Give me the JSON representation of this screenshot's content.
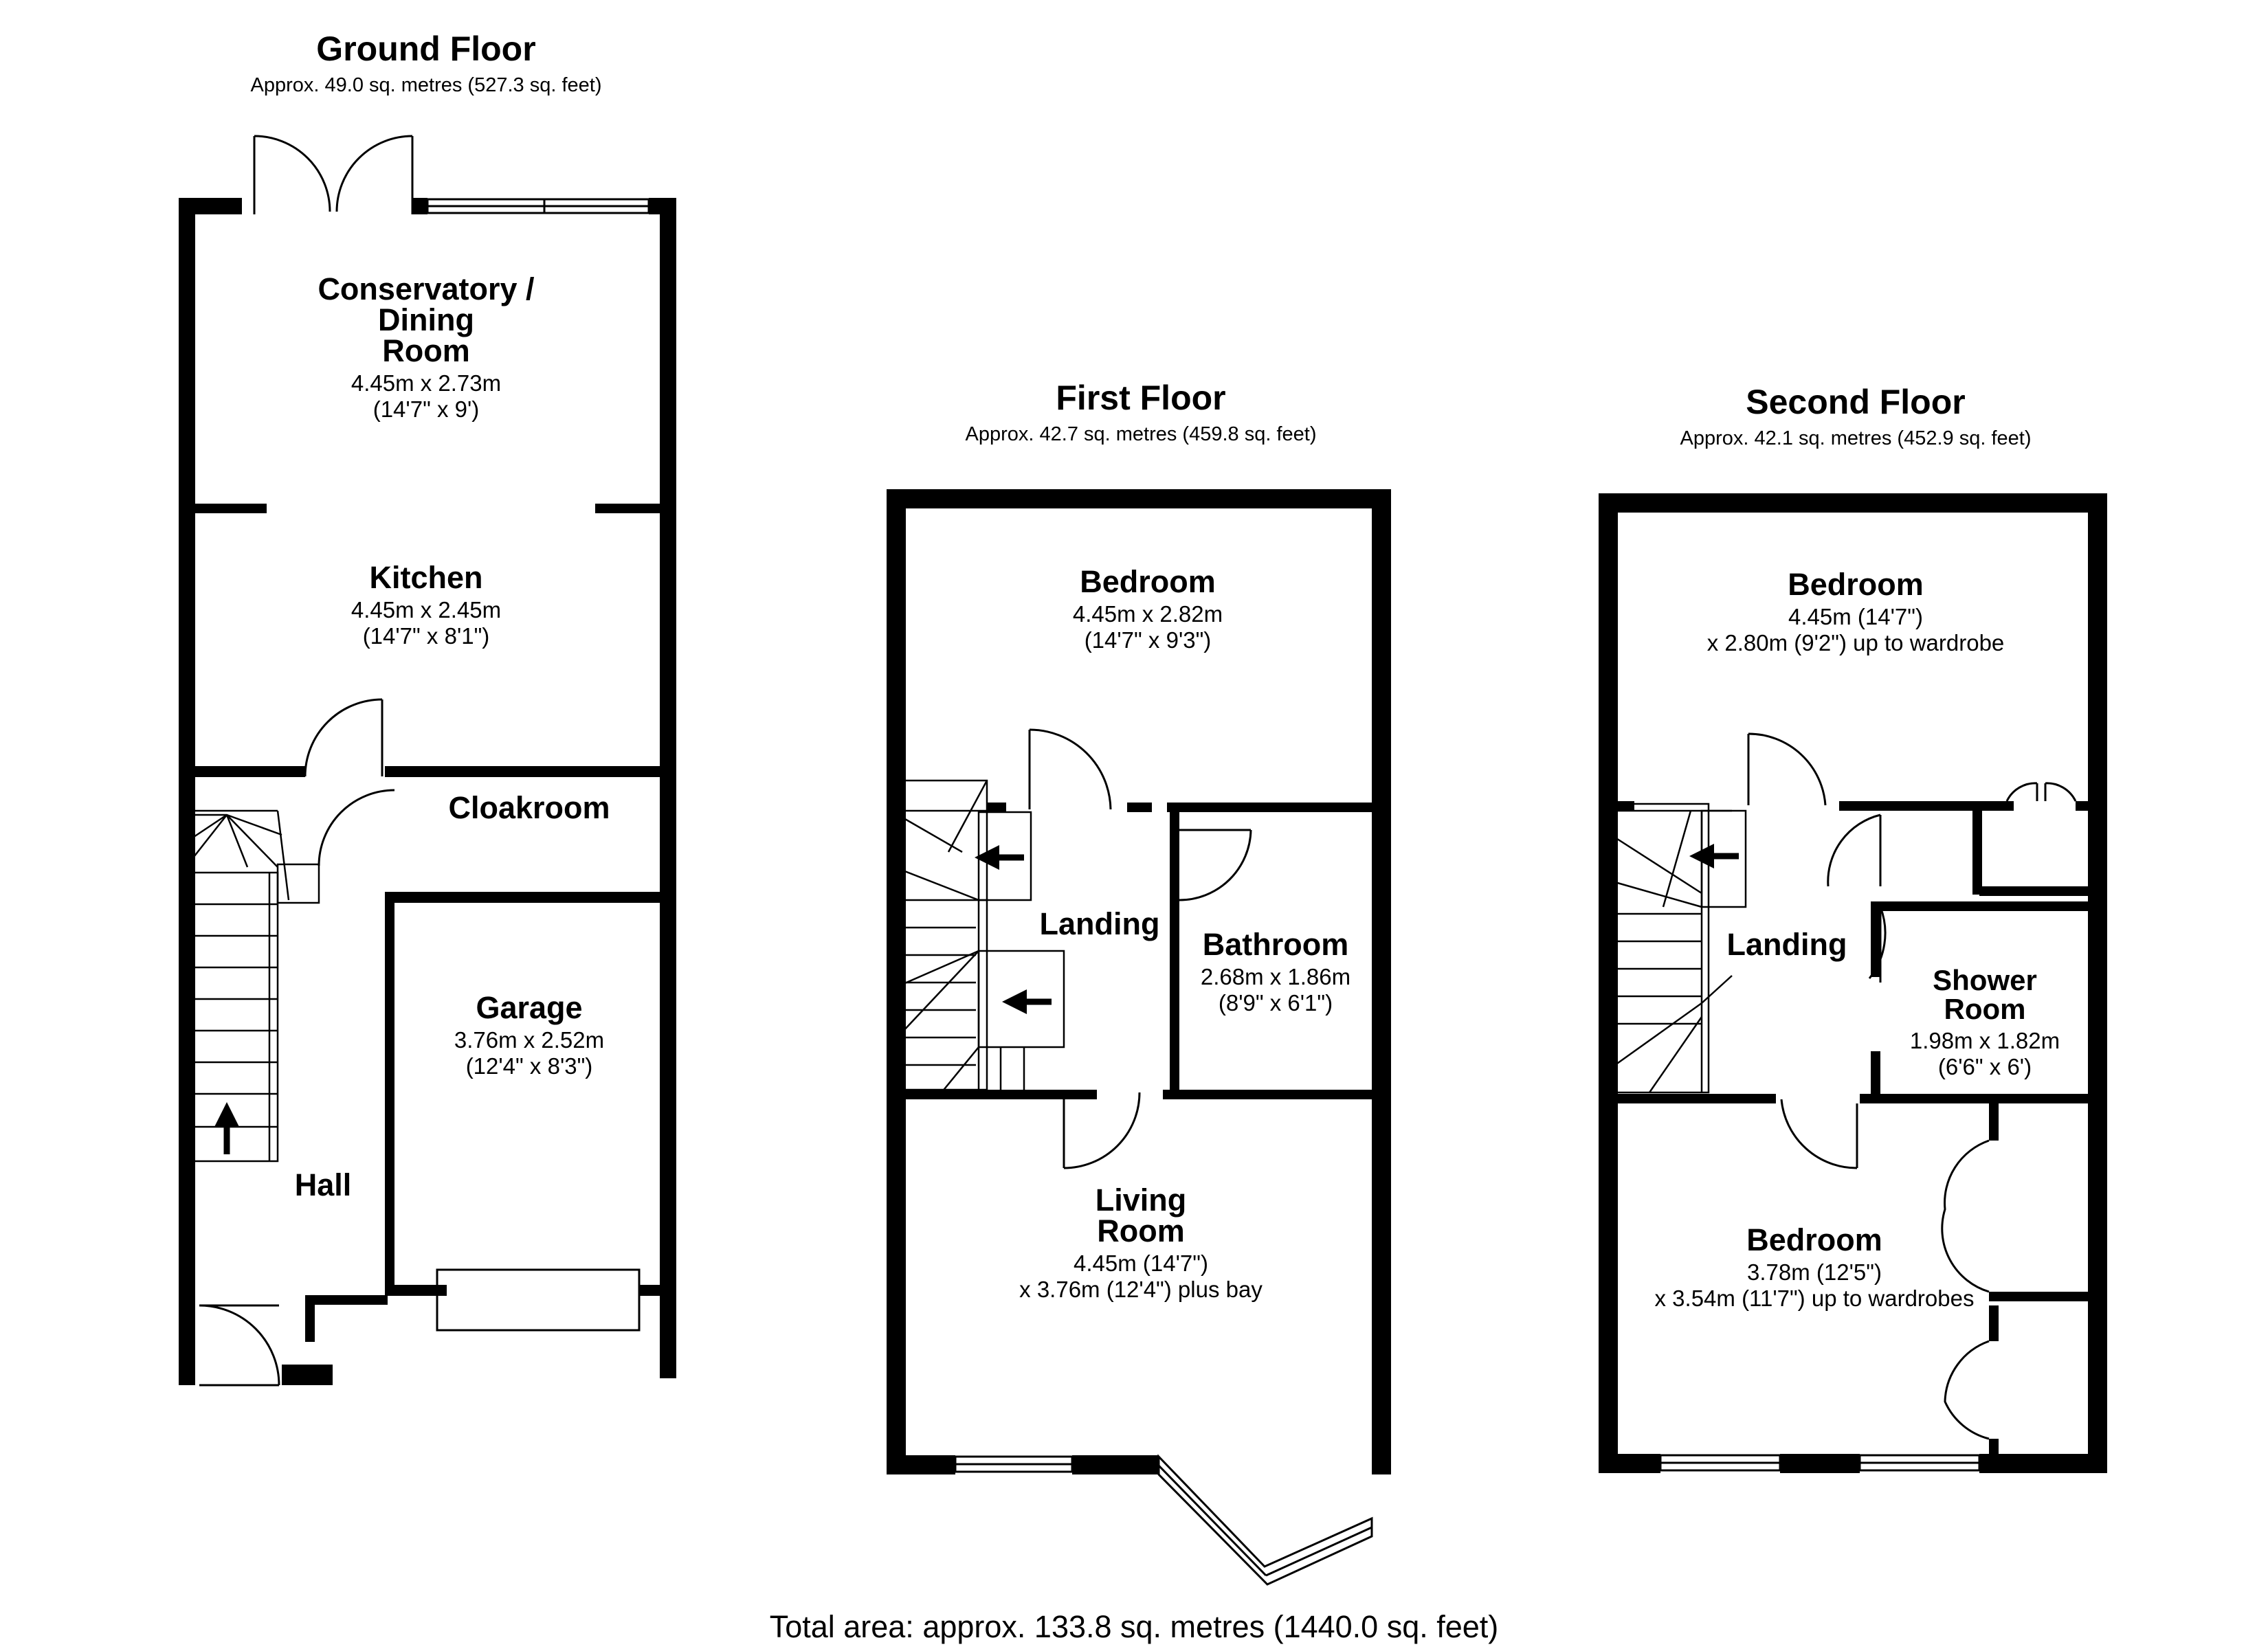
{
  "floors": {
    "ground": {
      "title": "Ground Floor",
      "area": "Approx. 49.0 sq. metres (527.3 sq. feet)",
      "rooms": {
        "conservatory": {
          "name": "Conservatory /\nDining\nRoom",
          "dim1": "4.45m x 2.73m",
          "dim2": "(14'7\" x 9')"
        },
        "kitchen": {
          "name": "Kitchen",
          "dim1": "4.45m x 2.45m",
          "dim2": "(14'7\" x 8'1\")"
        },
        "cloakroom": {
          "name": "Cloakroom"
        },
        "garage": {
          "name": "Garage",
          "dim1": "3.76m x 2.52m",
          "dim2": "(12'4\" x 8'3\")"
        },
        "hall": {
          "name": "Hall"
        }
      }
    },
    "first": {
      "title": "First Floor",
      "area": "Approx. 42.7 sq. metres (459.8 sq. feet)",
      "rooms": {
        "bedroom": {
          "name": "Bedroom",
          "dim1": "4.45m x 2.82m",
          "dim2": "(14'7\" x 9'3\")"
        },
        "landing": {
          "name": "Landing"
        },
        "bathroom": {
          "name": "Bathroom",
          "dim1": "2.68m x 1.86m",
          "dim2": "(8'9\" x 6'1\")"
        },
        "living": {
          "name": "Living\nRoom",
          "dim1": "4.45m (14'7\")",
          "dim2": "x 3.76m (12'4\") plus bay"
        }
      }
    },
    "second": {
      "title": "Second Floor",
      "area": "Approx. 42.1 sq. metres (452.9 sq. feet)",
      "rooms": {
        "bedroom_top": {
          "name": "Bedroom",
          "dim1": "4.45m (14'7\")",
          "dim2": "x 2.80m (9'2\") up to wardrobe"
        },
        "landing": {
          "name": "Landing"
        },
        "shower": {
          "name": "Shower\nRoom",
          "dim1": "1.98m x 1.82m",
          "dim2": "(6'6\" x 6')"
        },
        "bedroom_bottom": {
          "name": "Bedroom",
          "dim1": "3.78m (12'5\")",
          "dim2": "x 3.54m (11'7\") up to wardrobes"
        }
      }
    }
  },
  "total_area": "Total area: approx. 133.8 sq. metres (1440.0 sq. feet)",
  "colors": {
    "wall": "#000000",
    "fixture": "#000000",
    "background": "#ffffff"
  }
}
